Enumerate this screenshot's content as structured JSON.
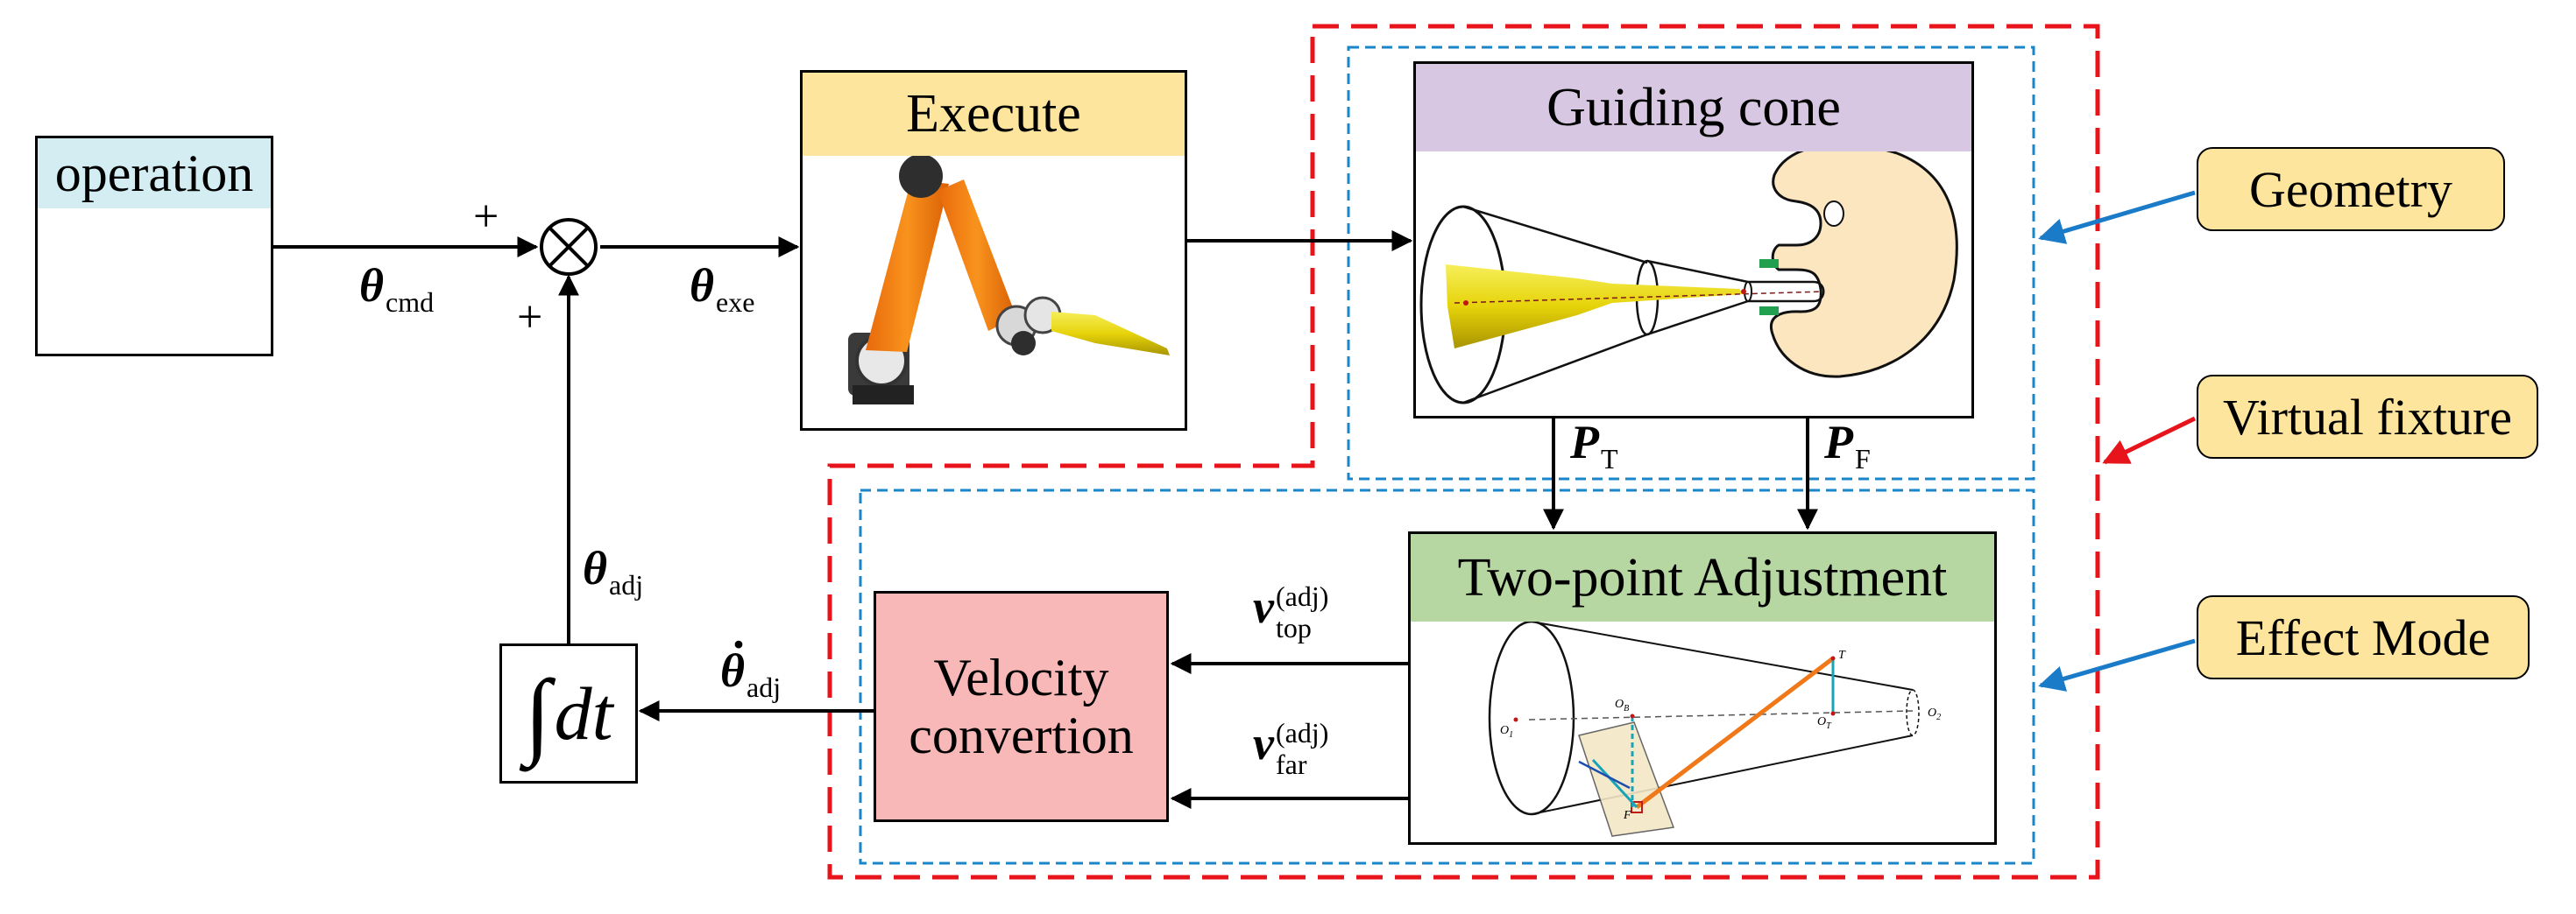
{
  "operation": {
    "title": "operation"
  },
  "execute": {
    "title": "Execute"
  },
  "guiding_cone": {
    "title": "Guiding cone"
  },
  "two_point": {
    "title": "Two-point Adjustment",
    "points": {
      "o1": "O",
      "o1_sub": "1",
      "o2": "O",
      "o2_sub": "2",
      "ob": "O",
      "ob_sub": "B",
      "ot": "O",
      "ot_sub": "T",
      "t": "T",
      "f": "F"
    }
  },
  "velocity": {
    "line1": "Velocity",
    "line2": "convertion"
  },
  "integral": {
    "symbol": "∫",
    "text": "dt"
  },
  "tags": {
    "geometry": "Geometry",
    "virtual_fixture": "Virtual fixture",
    "effect_mode": "Effect Mode"
  },
  "signals": {
    "theta": "θ",
    "cmd_sub": "cmd",
    "exe_sub": "exe",
    "adj_sub": "adj",
    "theta_dot_sub": "adj",
    "plus": "+",
    "p": "P",
    "p_t_sub": "T",
    "p_f_sub": "F",
    "v": "v",
    "v_sup": "(adj)",
    "v_top_sub": "top",
    "v_far_sub": "far"
  },
  "colors": {
    "operation_header": "#d3edf3",
    "execute_header": "#fde59d",
    "guiding_header": "#d8c7e2",
    "twopoint_header": "#b6d7a2",
    "velocity_fill": "#f8b8b8",
    "tag_fill": "#fde59d",
    "red_dashed": "#e8141b",
    "blue_dashed": "#1a86c8",
    "geometry_arrow": "#1a7bc9",
    "virtual_arrow": "#e8141b",
    "effect_arrow": "#1a7bc9"
  }
}
